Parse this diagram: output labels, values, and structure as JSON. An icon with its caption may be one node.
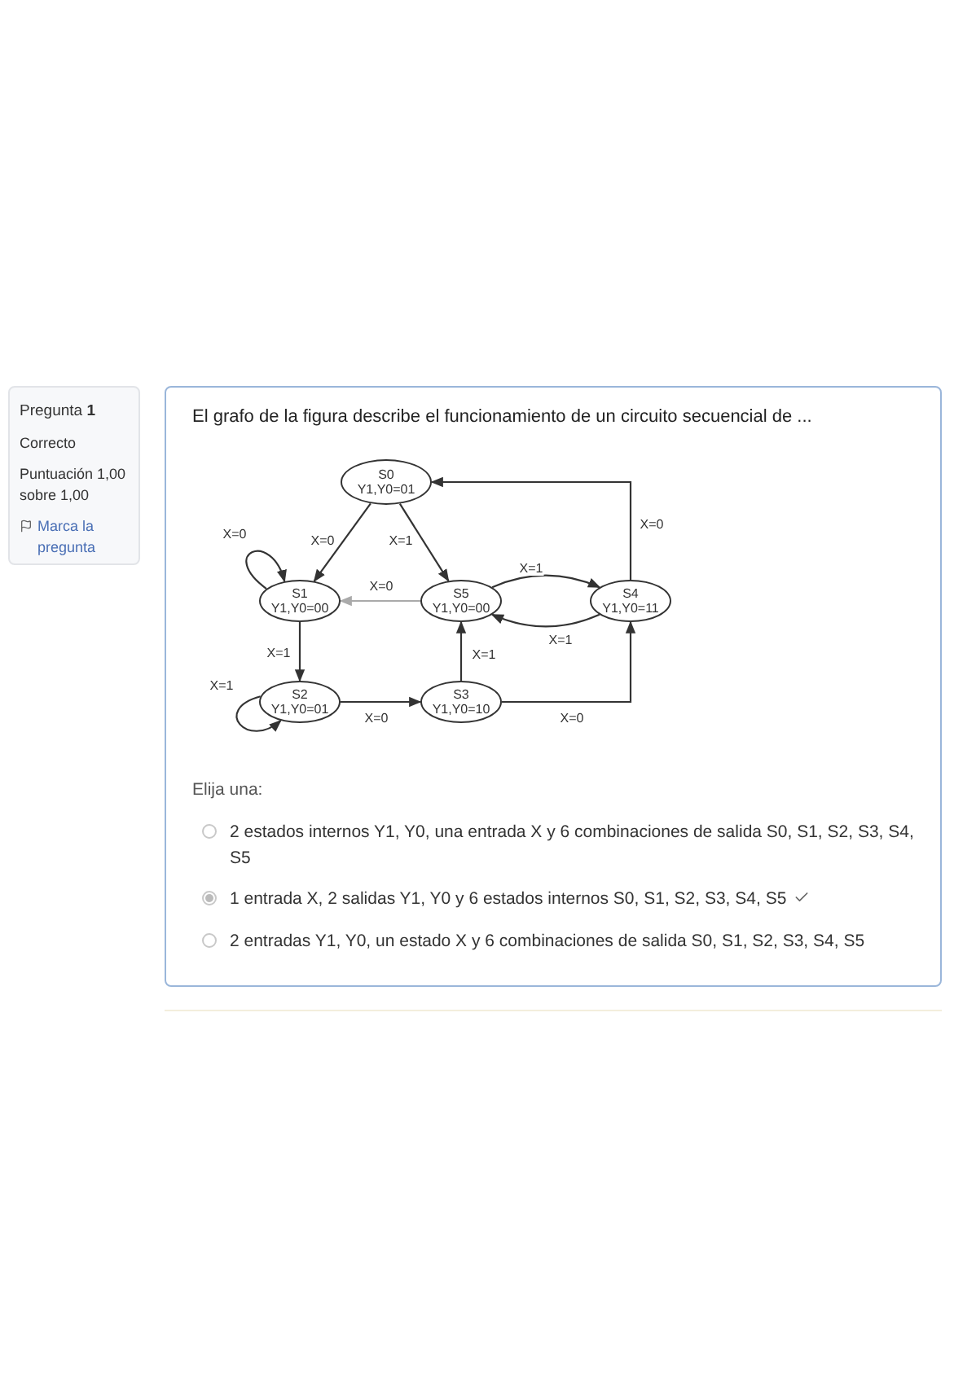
{
  "diagram": {
    "nodes": [
      {
        "text": [
          "Pregunta **1**",
          "Correcto",
          "Puntuación 1,00 sobre 1,00",
          "Marca la pregunta"
        ]
      },
      {
        "text": [
          "El grafo de la figura describe el funcionamiento de un circuito secuencial de ...",
          "Elija una:",
          "2 estados internos Y1, Y0, una entrada X y 6 combinaciones de salida S0, S1, S2, S3, S4, S5",
          "1 entrada X, 2 salidas Y1, Y0 y 6 estados internos S0, S1, S2, S3, S4, S5",
          "2 entradas Y1, Y0, un estado X y 6 combinaciones de salida S0, S1, S2, S3, S4, S5"
        ]
      },
      {
        "text": [
          "S0",
          "Y1,Y0=01"
        ],
        "in": 1
      },
      {
        "text": [
          "S1",
          "Y1,Y0=00"
        ],
        "in": 1
      },
      {
        "text": [
          "S5",
          "Y1,Y0=00"
        ],
        "in": 1
      },
      {
        "text": [
          "S4",
          "Y1,Y0=11"
        ],
        "in": 1
      },
      {
        "text": [
          "S2",
          "Y1,Y0=01"
        ],
        "in": 1
      },
      {
        "text": [
          "S3",
          "Y1,Y0=10"
        ],
        "in": 1
      }
    ],
    "edges": [
      {
        "from": 2,
        "to": 3,
        "arrow": "to",
        "label": "X=0"
      },
      {
        "from": 2,
        "to": 4,
        "arrow": "to",
        "label": "X=1"
      },
      {
        "from": 3,
        "to": 3,
        "arrow": "to",
        "label": "X=0"
      },
      {
        "from": 4,
        "to": 3,
        "arrow": "to",
        "label": "X=0",
        "color": "#aaaaaa"
      },
      {
        "from": 4,
        "to": 5,
        "arrow": "to",
        "label": "X=1"
      },
      {
        "from": 5,
        "to": 4,
        "arrow": "to",
        "label": "X=1"
      },
      {
        "from": 5,
        "to": 2,
        "arrow": "to",
        "label": "X=0"
      },
      {
        "from": 3,
        "to": 6,
        "arrow": "to",
        "label": "X=1"
      },
      {
        "from": 6,
        "to": 6,
        "arrow": "to",
        "label": "X=1"
      },
      {
        "from": 6,
        "to": 7,
        "arrow": "to",
        "label": "X=0"
      },
      {
        "from": 7,
        "to": 4,
        "arrow": "to",
        "label": "X=1"
      },
      {
        "from": 7,
        "to": 5,
        "arrow": "to",
        "label": "X=0"
      }
    ]
  }
}
